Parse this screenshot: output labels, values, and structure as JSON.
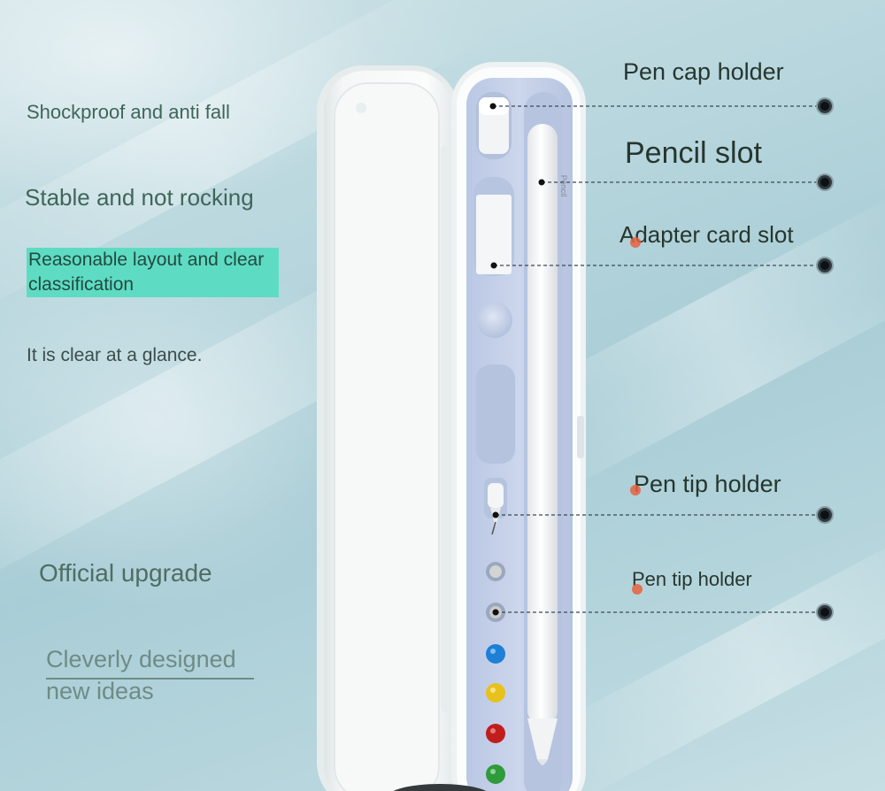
{
  "left_features": {
    "shockproof": "Shockproof and anti fall",
    "stable": "Stable and not rocking",
    "reasonable": "Reasonable layout and clear classification",
    "clear": "It is clear at a glance.",
    "official": "Official upgrade",
    "cleverly": "Cleverly designed new ideas"
  },
  "callouts": {
    "pen_cap_holder": "Pen cap holder",
    "pencil_slot": "Pencil slot",
    "adapter_card_slot": "Adapter card slot",
    "pen_tip_holder_1": "Pen tip holder",
    "pen_tip_holder_2": "Pen tip holder"
  },
  "pencil_text": "Pencil",
  "colors": {
    "background": "#b9d7de",
    "highlight": "#5edcc3",
    "case_white": "#f7f8f8",
    "tray_blue": "#c7d3ea",
    "tip_colors": [
      "#bdbdbd",
      "#bdbdbd",
      "#1f7fd6",
      "#e8c21c",
      "#c21d1d",
      "#2f9b3a"
    ]
  }
}
